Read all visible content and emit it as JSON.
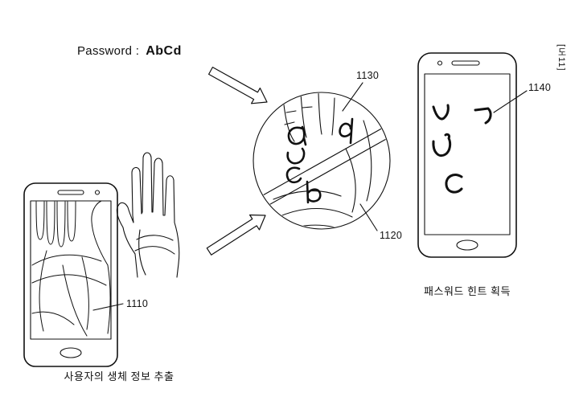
{
  "password": {
    "label": "Password :",
    "value": "AbCd"
  },
  "references": {
    "r1110": "1110",
    "r1120": "1120",
    "r1130": "1130",
    "r1140": "1140"
  },
  "captions": {
    "left": "사용자의 생체 정보 추출",
    "right": "패스워드 힌트 획득"
  },
  "sheet_marking": "[도11]"
}
